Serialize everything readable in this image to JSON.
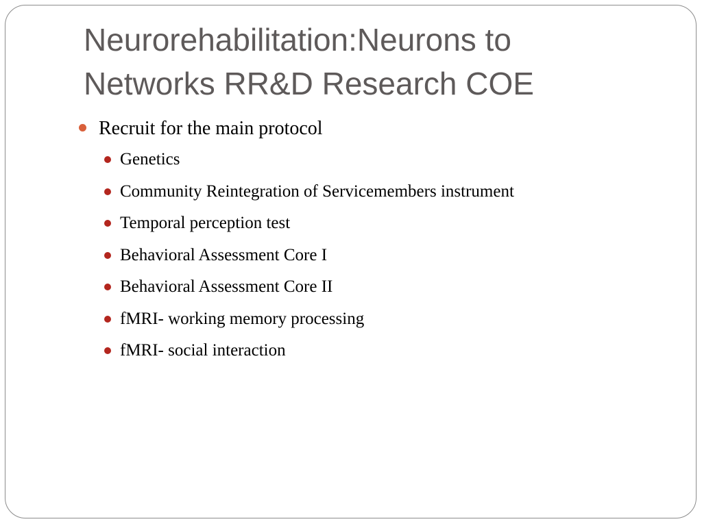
{
  "slide": {
    "title_lines": [
      "Neurorehabilitation:Neurons to",
      "Networks RR&D Research COE"
    ],
    "bullet": {
      "text": "Recruit for the main protocol",
      "color": "#d9603b"
    },
    "sub_bullet_color": "#b3261e",
    "sub_bullets": [
      "Genetics",
      "Community Reintegration of Servicemembers instrument",
      "Temporal perception test",
      "Behavioral Assessment Core I",
      "Behavioral Assessment Core II",
      "fMRI- working memory processing",
      "fMRI- social interaction"
    ]
  }
}
